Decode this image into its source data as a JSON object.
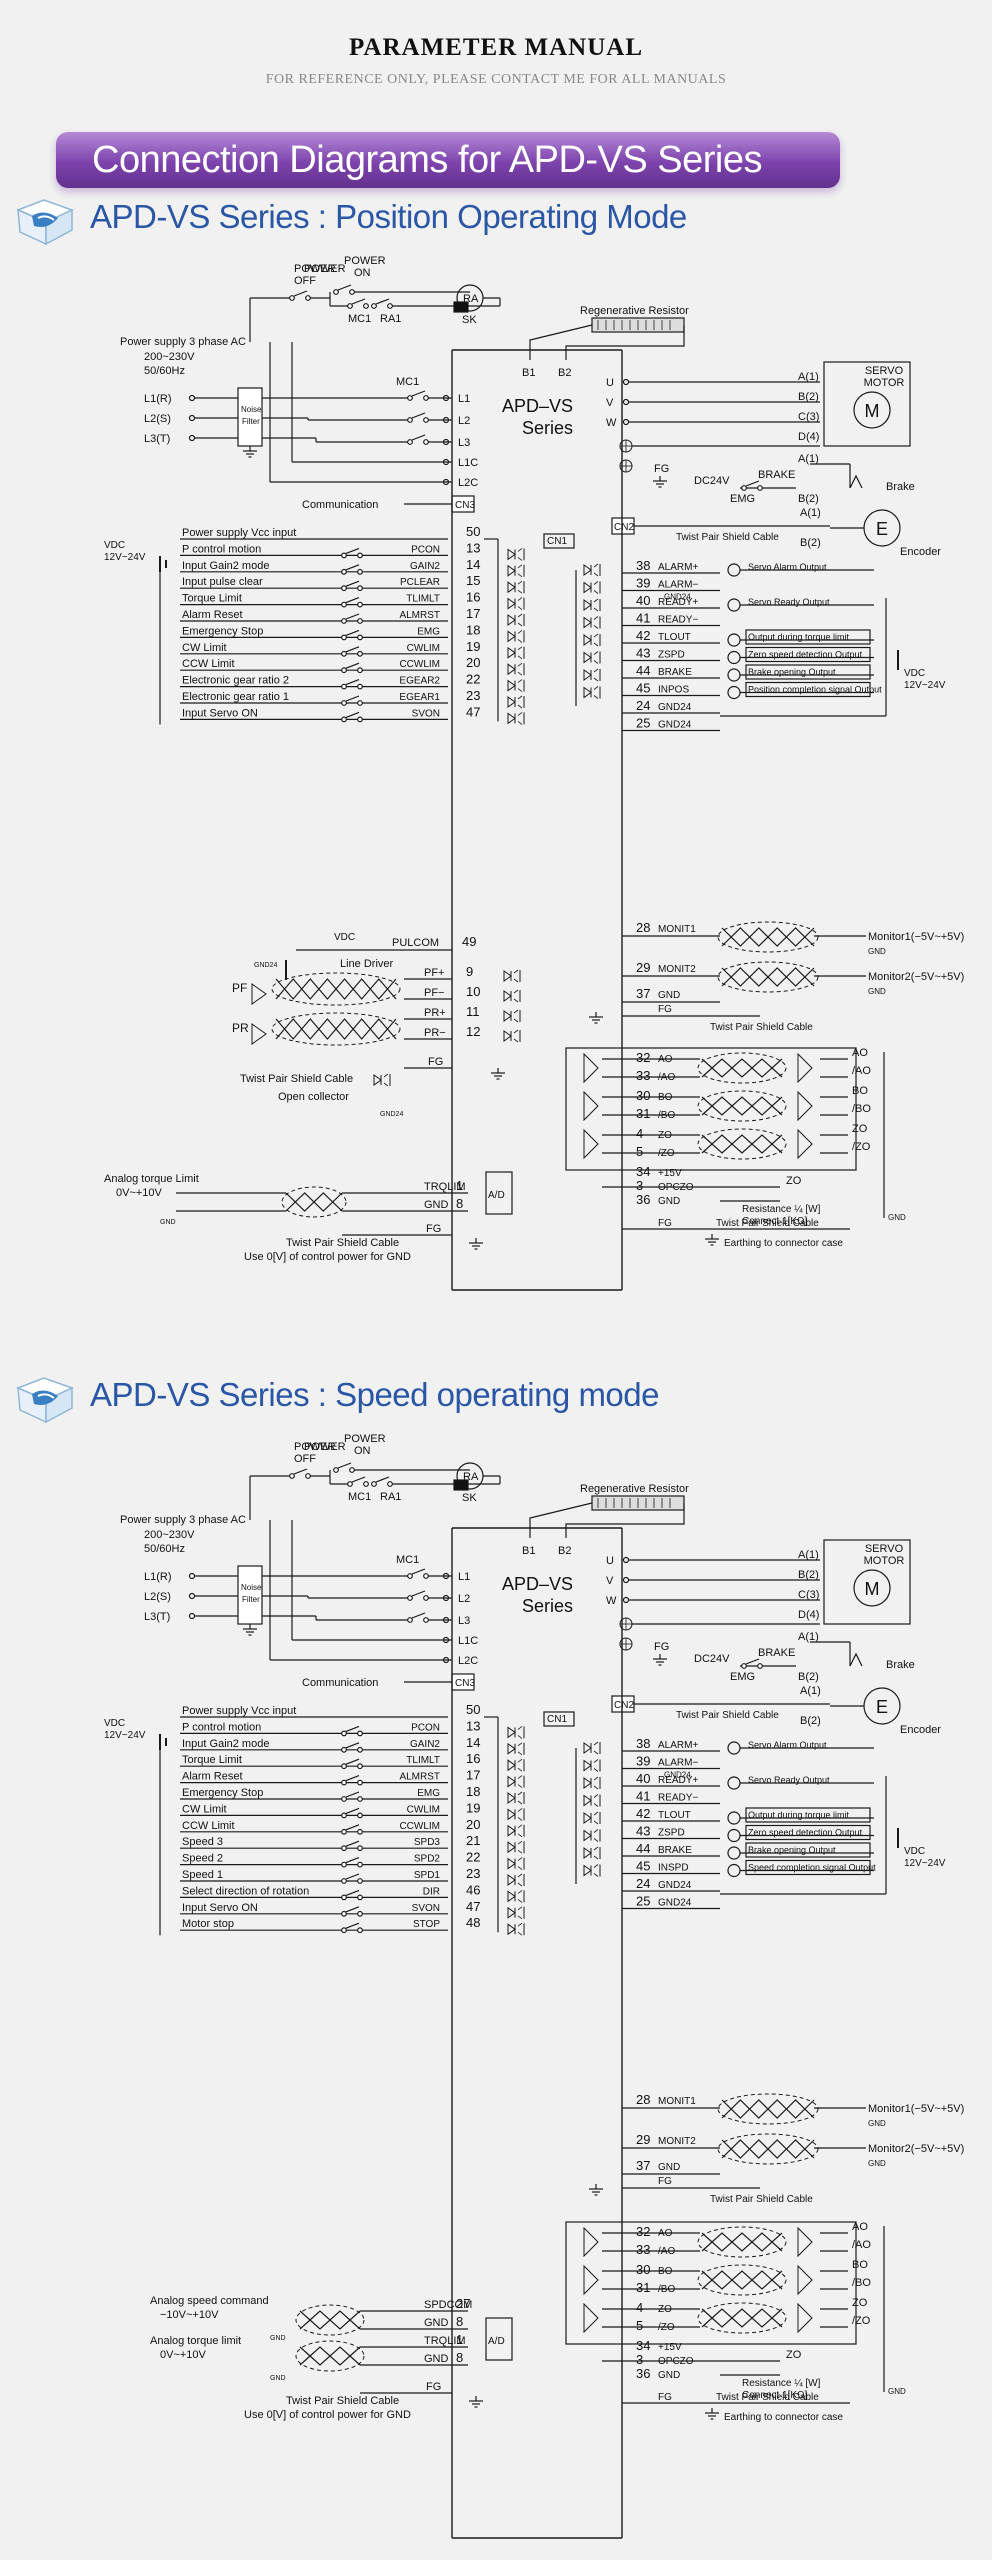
{
  "header": {
    "title": "PARAMETER MANUAL",
    "subtitle": "FOR REFERENCE ONLY, PLEASE CONTACT ME FOR ALL MANUALS"
  },
  "banner": "Connection Diagrams for APD-VS Series",
  "sections": [
    {
      "title": "APD-VS Series : Position Operating Mode",
      "power": {
        "power_off": "POWER OFF",
        "power_on": "POWER ON",
        "supply": [
          "Power supply 3 phase AC",
          "200~230V",
          "50/60Hz"
        ],
        "phases": [
          "L1(R)",
          "L2(S)",
          "L3(T)"
        ],
        "noise_filter": "Noise Filter",
        "mc1": "MC1",
        "ra1": "RA1",
        "ra": "RA",
        "sk": "SK",
        "regen": "Regenerative Resistor",
        "b1": "B1",
        "b2": "B2",
        "terminals": [
          "L1",
          "L2",
          "L3",
          "L1C",
          "L2C"
        ],
        "communication": "Communication",
        "cn3": "CN3",
        "model": [
          "APD–VS",
          "Series"
        ]
      },
      "motor": {
        "uvw": [
          "U",
          "V",
          "W"
        ],
        "pins": [
          "A(1)",
          "B(2)",
          "C(3)",
          "D(4)"
        ],
        "servo": [
          "SERVO",
          "MOTOR"
        ],
        "m": "M",
        "fg": "FG",
        "brake_pins": [
          "A(1)",
          "B(2)"
        ],
        "dc24v": "DC24V",
        "brake_label": "BRAKE",
        "emg": "EMG",
        "brake": "Brake",
        "cn2": "CN2",
        "twist": "Twist Pair Shield Cable",
        "enc_pins": [
          "A(1)",
          "B(2)"
        ],
        "e": "E",
        "encoder": "Encoder"
      },
      "cn1": "CN1",
      "vdc": [
        "VDC",
        "12V~24V"
      ],
      "inputs": [
        {
          "label": "Power supply Vcc input",
          "sig": "",
          "pin": "50"
        },
        {
          "label": "P control motion",
          "sig": "PCON",
          "pin": "13"
        },
        {
          "label": "Input Gain2 mode",
          "sig": "GAIN2",
          "pin": "14"
        },
        {
          "label": "Input pulse clear",
          "sig": "PCLEAR",
          "pin": "15"
        },
        {
          "label": "Torque Limit",
          "sig": "TLIMLT",
          "pin": "16"
        },
        {
          "label": "Alarm Reset",
          "sig": "ALMRST",
          "pin": "17"
        },
        {
          "label": "Emergency Stop",
          "sig": "EMG",
          "pin": "18"
        },
        {
          "label": "CW Limit",
          "sig": "CWLIM",
          "pin": "19"
        },
        {
          "label": "CCW Limit",
          "sig": "CCWLIM",
          "pin": "20"
        },
        {
          "label": "Electronic gear ratio 2",
          "sig": "EGEAR2",
          "pin": "22"
        },
        {
          "label": "Electronic gear ratio 1",
          "sig": "EGEAR1",
          "pin": "23"
        },
        {
          "label": "Input Servo ON",
          "sig": "SVON",
          "pin": "47"
        }
      ],
      "outputs": [
        {
          "pin": "38",
          "sig": "ALARM+",
          "desc": "Servo Alarm Output"
        },
        {
          "pin": "39",
          "sig": "ALARM−",
          "desc": ""
        },
        {
          "pin": "40",
          "sig": "READY+",
          "desc": "Servo Ready  Output"
        },
        {
          "pin": "41",
          "sig": "READY−",
          "desc": ""
        },
        {
          "pin": "42",
          "sig": "TLOUT",
          "desc": "Output during torque limit"
        },
        {
          "pin": "43",
          "sig": "ZSPD",
          "desc": "Zero speed detection Output"
        },
        {
          "pin": "44",
          "sig": "BRAKE",
          "desc": "Brake opening Output"
        },
        {
          "pin": "45",
          "sig": "INPOS",
          "desc": "Position completion signal Output"
        },
        {
          "pin": "24",
          "sig": "GND24",
          "desc": ""
        },
        {
          "pin": "25",
          "sig": "GND24",
          "desc": ""
        }
      ],
      "gnd24": "GND24",
      "vdc_right": [
        "VDC",
        "12V~24V"
      ],
      "lower_left": {
        "vdc": "VDC",
        "gnd24": "GND24",
        "pulcom": {
          "sig": "PULCOM",
          "pin": "49"
        },
        "line_driver": "Line Driver",
        "pins": [
          {
            "sig": "PF+",
            "pin": "9"
          },
          {
            "sig": "PF−",
            "pin": "10"
          },
          {
            "sig": "PR+",
            "pin": "11"
          },
          {
            "sig": "PR−",
            "pin": "12"
          }
        ],
        "pf": "PF",
        "pr": "PR",
        "fg": "FG",
        "twist": "Twist Pair Shield Cable",
        "open_collector": "Open collector",
        "gnd24b": "GND24"
      },
      "analog": {
        "lines": [
          "Analog torque Limit",
          "0V~+10V"
        ],
        "gnd": "GND",
        "pins": [
          {
            "sig": "TRQLIM",
            "pin": "1"
          },
          {
            "sig": "GND",
            "pin": "8"
          }
        ],
        "fg": "FG",
        "ad": "A/D",
        "twist": "Twist Pair Shield Cable",
        "note": "Use 0[V] of control power for GND"
      },
      "monitors": {
        "rows": [
          {
            "pin": "28",
            "sig": "MONIT1",
            "label": "Monitor1(−5V~+5V)"
          },
          {
            "pin": "29",
            "sig": "MONIT2",
            "label": "Monitor2(−5V~+5V)"
          },
          {
            "pin": "37",
            "sig": "GND",
            "label": ""
          }
        ],
        "gnd": "GND",
        "fg": "FG",
        "twist": "Twist Pair Shield Cable"
      },
      "encoder_out": {
        "rows": [
          {
            "pin": "32",
            "sig": "AO",
            "out": "AO"
          },
          {
            "pin": "33",
            "sig": "/AO",
            "out": "/AO"
          },
          {
            "pin": "30",
            "sig": "BO",
            "out": "BO"
          },
          {
            "pin": "31",
            "sig": "/BO",
            "out": "/BO"
          },
          {
            "pin": "4",
            "sig": "ZO",
            "out": "ZO"
          },
          {
            "pin": "5",
            "sig": "/ZO",
            "out": "/ZO"
          },
          {
            "pin": "34",
            "sig": "+15V",
            "out": ""
          },
          {
            "pin": "3",
            "sig": "OPCZO",
            "out": "ZO"
          },
          {
            "pin": "36",
            "sig": "GND",
            "out": ""
          }
        ],
        "resistance": [
          "Resistance ¼ [W]",
          "Connect 1[KΩ]"
        ],
        "fg": "FG",
        "twist": "Twist Pair Shield Cable",
        "gnd": "GND",
        "earth": "Earthing to connector case"
      }
    },
    {
      "title": "APD-VS Series : Speed operating mode",
      "power": {
        "power_off": "POWER OFF",
        "power_on": "POWER ON",
        "supply": [
          "Power supply 3 phase AC",
          "200~230V",
          "50/60Hz"
        ],
        "phases": [
          "L1(R)",
          "L2(S)",
          "L3(T)"
        ],
        "noise_filter": "Noise Filter",
        "mc1": "MC1",
        "ra1": "RA1",
        "ra": "RA",
        "sk": "SK",
        "regen": "Regenerative Resistor",
        "b1": "B1",
        "b2": "B2",
        "terminals": [
          "L1",
          "L2",
          "L3",
          "L1C",
          "L2C"
        ],
        "communication": "Communication",
        "cn3": "CN3",
        "model": [
          "APD–VS",
          "Series"
        ]
      },
      "motor": {
        "uvw": [
          "U",
          "V",
          "W"
        ],
        "pins": [
          "A(1)",
          "B(2)",
          "C(3)",
          "D(4)"
        ],
        "servo": [
          "SERVO",
          "MOTOR"
        ],
        "m": "M",
        "fg": "FG",
        "brake_pins": [
          "A(1)",
          "B(2)"
        ],
        "dc24v": "DC24V",
        "brake_label": "BRAKE",
        "emg": "EMG",
        "brake": "Brake",
        "cn2": "CN2",
        "twist": "Twist Pair Shield Cable",
        "enc_pins": [
          "A(1)",
          "B(2)"
        ],
        "e": "E",
        "encoder": "Encoder"
      },
      "cn1": "CN1",
      "vdc": [
        "VDC",
        "12V~24V"
      ],
      "inputs": [
        {
          "label": "Power supply Vcc input",
          "sig": "",
          "pin": "50"
        },
        {
          "label": "P control motion",
          "sig": "PCON",
          "pin": "13"
        },
        {
          "label": "Input Gain2 mode",
          "sig": "GAIN2",
          "pin": "14"
        },
        {
          "label": "Torque Limit",
          "sig": "TLIMLT",
          "pin": "16"
        },
        {
          "label": "Alarm Reset",
          "sig": "ALMRST",
          "pin": "17"
        },
        {
          "label": "Emergency Stop",
          "sig": "EMG",
          "pin": "18"
        },
        {
          "label": "CW Limit",
          "sig": "CWLIM",
          "pin": "19"
        },
        {
          "label": "CCW Limit",
          "sig": "CCWLIM",
          "pin": "20"
        },
        {
          "label": "Speed 3",
          "sig": "SPD3",
          "pin": "21"
        },
        {
          "label": "Speed 2",
          "sig": "SPD2",
          "pin": "22"
        },
        {
          "label": "Speed 1",
          "sig": "SPD1",
          "pin": "23"
        },
        {
          "label": "Select direction of rotation",
          "sig": "DIR",
          "pin": "46"
        },
        {
          "label": "Input Servo ON",
          "sig": "SVON",
          "pin": "47"
        },
        {
          "label": "Motor stop",
          "sig": "STOP",
          "pin": "48"
        }
      ],
      "outputs": [
        {
          "pin": "38",
          "sig": "ALARM+",
          "desc": "Servo Alarm Output"
        },
        {
          "pin": "39",
          "sig": "ALARM−",
          "desc": ""
        },
        {
          "pin": "40",
          "sig": "READY+",
          "desc": "Servo Ready  Output"
        },
        {
          "pin": "41",
          "sig": "READY−",
          "desc": ""
        },
        {
          "pin": "42",
          "sig": "TLOUT",
          "desc": "Output during torque limit"
        },
        {
          "pin": "43",
          "sig": "ZSPD",
          "desc": "Zero speed detection Output"
        },
        {
          "pin": "44",
          "sig": "BRAKE",
          "desc": "Brake opening Output"
        },
        {
          "pin": "45",
          "sig": "INSPD",
          "desc": "Speed completion signal Output"
        },
        {
          "pin": "24",
          "sig": "GND24",
          "desc": ""
        },
        {
          "pin": "25",
          "sig": "GND24",
          "desc": ""
        }
      ],
      "gnd24": "GND24",
      "vdc_right": [
        "VDC",
        "12V~24V"
      ],
      "analog": {
        "speed_lines": [
          "Analog speed command",
          "−10V~+10V"
        ],
        "torque_lines": [
          "Analog torque limit",
          "0V~+10V"
        ],
        "gnd": "GND",
        "pins": [
          {
            "sig": "SPDCOM",
            "pin": "27"
          },
          {
            "sig": "GND",
            "pin": "8"
          },
          {
            "sig": "TRQLIM",
            "pin": "1"
          },
          {
            "sig": "GND",
            "pin": "8"
          }
        ],
        "fg": "FG",
        "ad": "A/D",
        "twist": "Twist Pair Shield Cable",
        "note": "Use 0[V] of control power for GND"
      },
      "monitors": {
        "rows": [
          {
            "pin": "28",
            "sig": "MONIT1",
            "label": "Monitor1(−5V~+5V)"
          },
          {
            "pin": "29",
            "sig": "MONIT2",
            "label": "Monitor2(−5V~+5V)"
          },
          {
            "pin": "37",
            "sig": "GND",
            "label": ""
          }
        ],
        "gnd": "GND",
        "fg": "FG",
        "twist": "Twist Pair Shield Cable"
      },
      "encoder_out": {
        "rows": [
          {
            "pin": "32",
            "sig": "AO",
            "out": "AO"
          },
          {
            "pin": "33",
            "sig": "/AO",
            "out": "/AO"
          },
          {
            "pin": "30",
            "sig": "BO",
            "out": "BO"
          },
          {
            "pin": "31",
            "sig": "/BO",
            "out": "/BO"
          },
          {
            "pin": "4",
            "sig": "ZO",
            "out": "ZO"
          },
          {
            "pin": "5",
            "sig": "/ZO",
            "out": "/ZO"
          },
          {
            "pin": "34",
            "sig": "+15V",
            "out": ""
          },
          {
            "pin": "3",
            "sig": "OPCZO",
            "out": "ZO"
          },
          {
            "pin": "36",
            "sig": "GND",
            "out": ""
          }
        ],
        "resistance": [
          "Resistance ¼ [W]",
          "Connect 1[KΩ]"
        ],
        "fg": "FG",
        "twist": "Twist Pair Shield Cable",
        "gnd": "GND",
        "earth": "Earthing to connector case"
      }
    }
  ],
  "colors": {
    "banner": "#7d43ad",
    "section_title": "#2a56a6",
    "background": "#f1f1f1"
  }
}
